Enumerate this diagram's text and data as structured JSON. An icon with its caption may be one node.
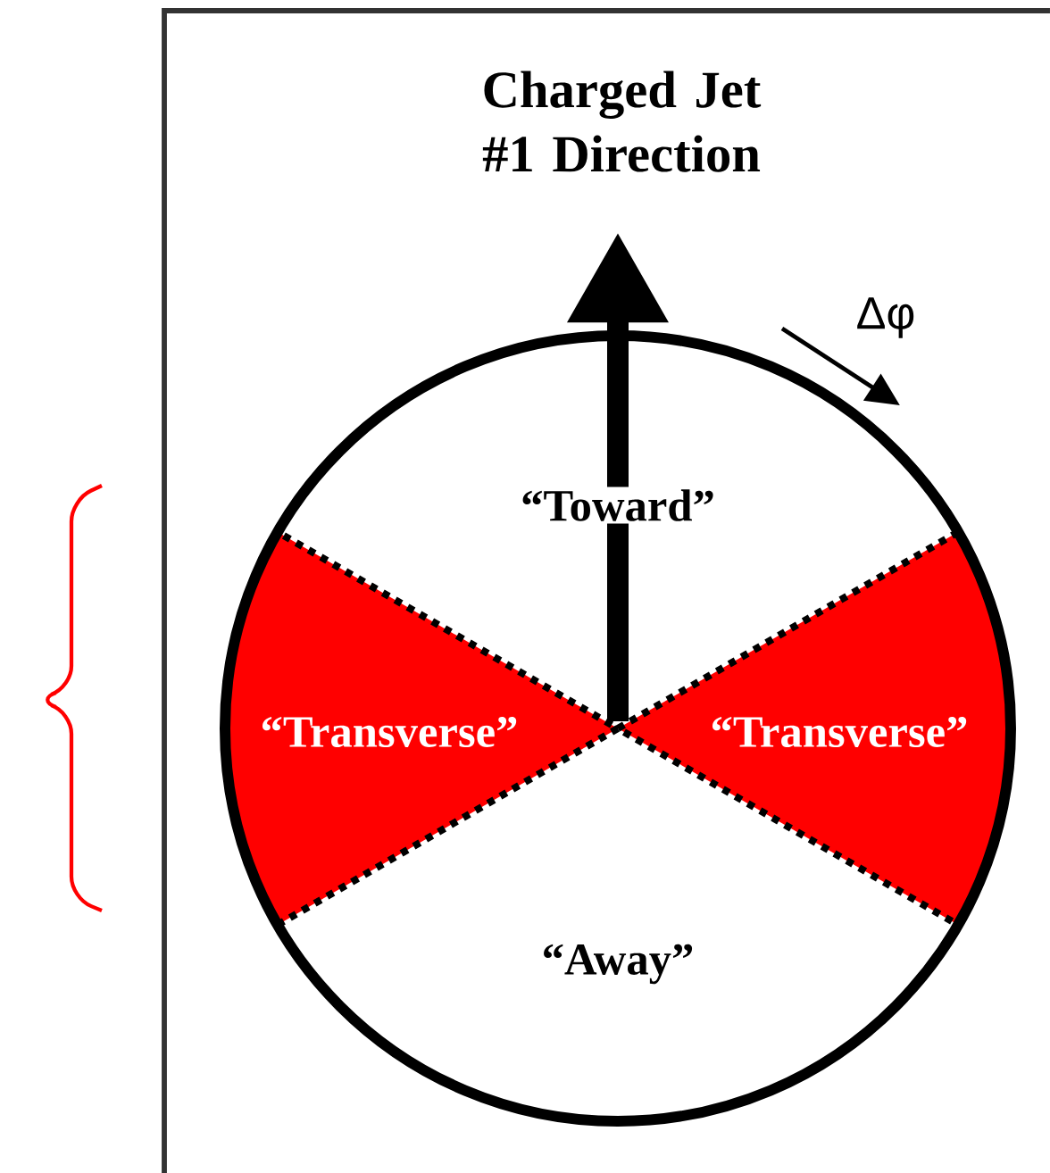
{
  "diagram": {
    "nodes": [
      {
        "text": [
          "“Toward”"
        ]
      },
      {
        "text": [
          "“Transverse”"
        ]
      },
      {
        "text": [
          "“Transverse”"
        ]
      },
      {
        "text": [
          "“Away”"
        ]
      }
    ],
    "labels": [
      "Charged Jet #1 Direction",
      "Δφ"
    ]
  }
}
